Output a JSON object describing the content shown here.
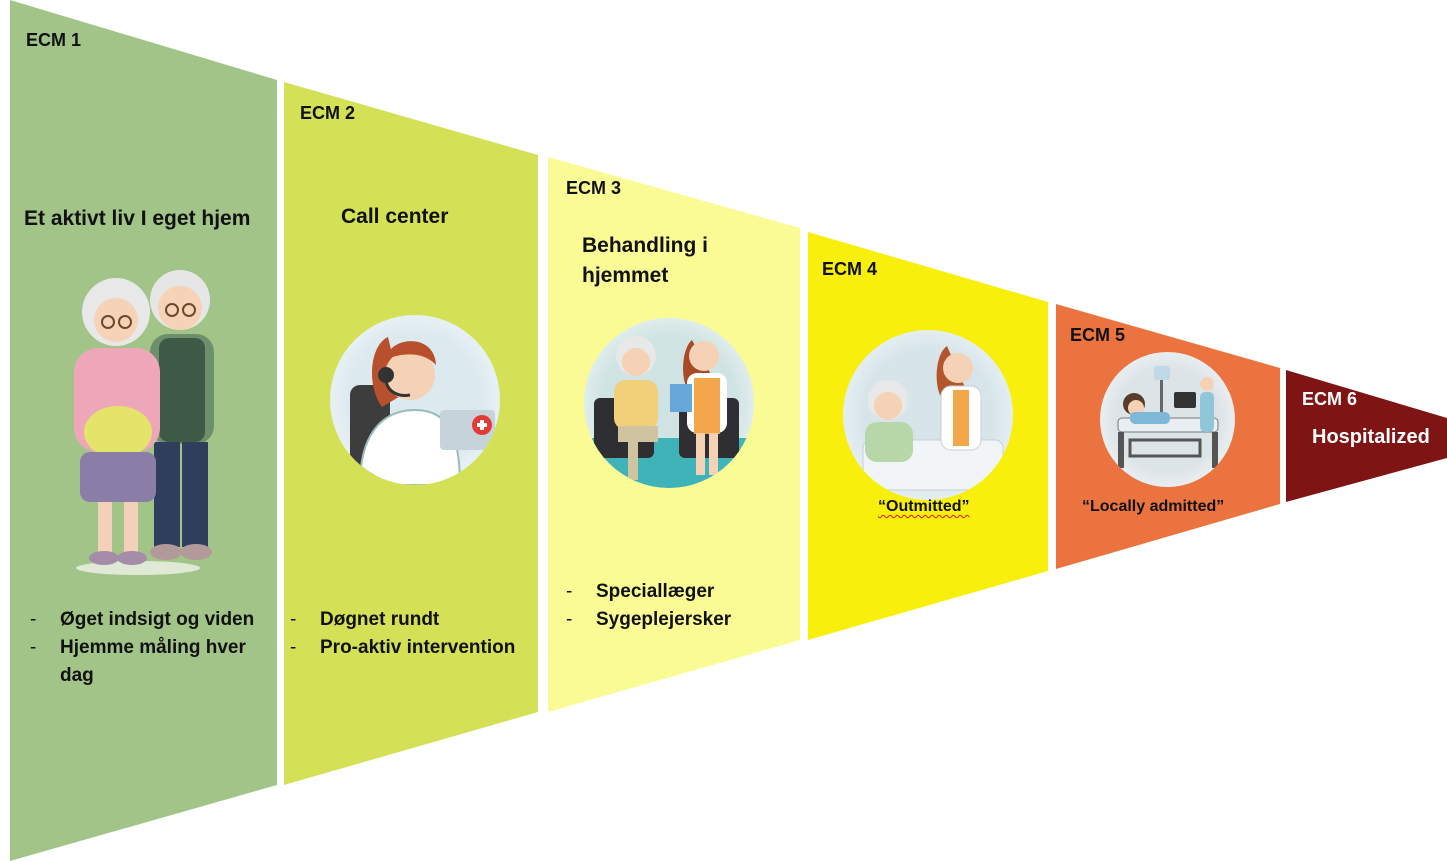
{
  "stages": [
    {
      "label": "ECM 1",
      "title": "Et aktivt liv I eget hjem",
      "bullets": [
        "Øget indsigt og viden",
        "Hjemme måling hver dag"
      ],
      "color": "#a2c488",
      "illustration": "elderly-couple-icon"
    },
    {
      "label": "ECM 2",
      "title": "Call center",
      "bullets": [
        "Døgnet rundt",
        "Pro-aktiv intervention"
      ],
      "color": "#d4e157",
      "illustration": "call-center-nurse-icon"
    },
    {
      "label": "ECM 3",
      "title": "Behandling i hjemmet",
      "bullets": [
        "Speciallæger",
        "Sygeplejersker"
      ],
      "color": "#fbfb96",
      "illustration": "home-treatment-icon"
    },
    {
      "label": "ECM 4",
      "caption": "“Outmitted”",
      "color": "#f8ef0c",
      "illustration": "outmitted-patient-icon"
    },
    {
      "label": "ECM 5",
      "caption": "“Locally admitted”",
      "color": "#eb7340",
      "illustration": "hospital-bed-icon"
    },
    {
      "label": "ECM 6",
      "title": "Hospitalized",
      "color": "#7e1414"
    }
  ]
}
